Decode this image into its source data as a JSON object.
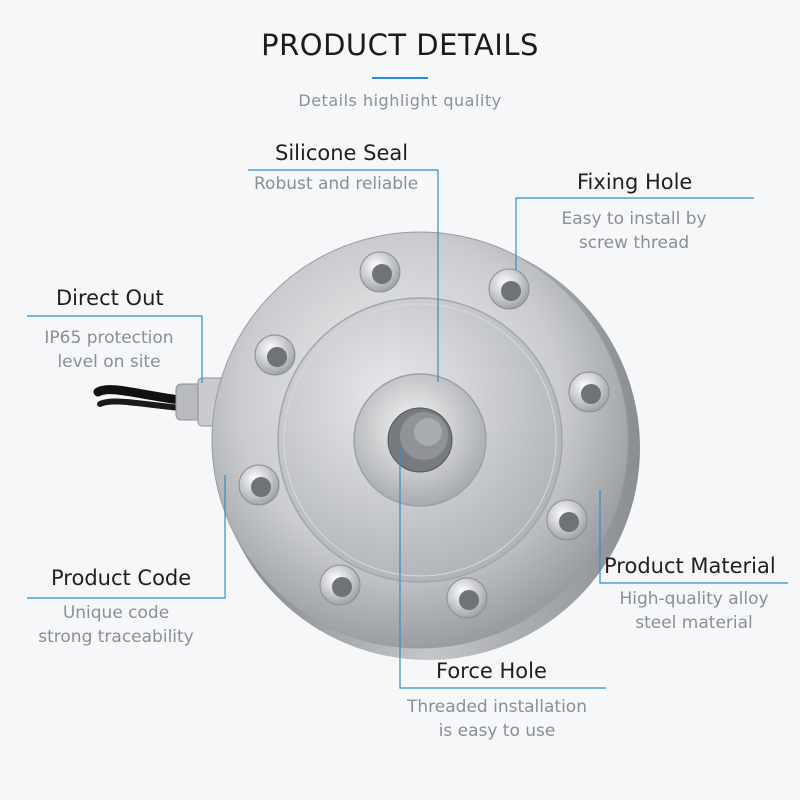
{
  "header": {
    "title": "PRODUCT DETAILS",
    "subtitle": "Details highlight quality"
  },
  "callouts": {
    "silicone_seal": {
      "title": "Silicone Seal",
      "desc": "Robust and reliable"
    },
    "fixing_hole": {
      "title": "Fixing Hole",
      "desc_line1": "Easy to install by",
      "desc_line2": "screw thread"
    },
    "direct_out": {
      "title": "Direct Out",
      "desc_line1": "IP65 protection",
      "desc_line2": "level on site"
    },
    "product_code": {
      "title": "Product Code",
      "desc_line1": "Unique code",
      "desc_line2": "strong traceability"
    },
    "product_material": {
      "title": "Product Material",
      "desc_line1": "High-quality alloy",
      "desc_line2": "steel material"
    },
    "force_hole": {
      "title": "Force Hole",
      "desc_line1": "Threaded installation",
      "desc_line2": "is easy to use"
    }
  },
  "colors": {
    "accent_line": "#2b8fd6",
    "heading_text": "#1f1f1f",
    "desc_text": "#8a8e95",
    "background": "#f6f7f9"
  }
}
